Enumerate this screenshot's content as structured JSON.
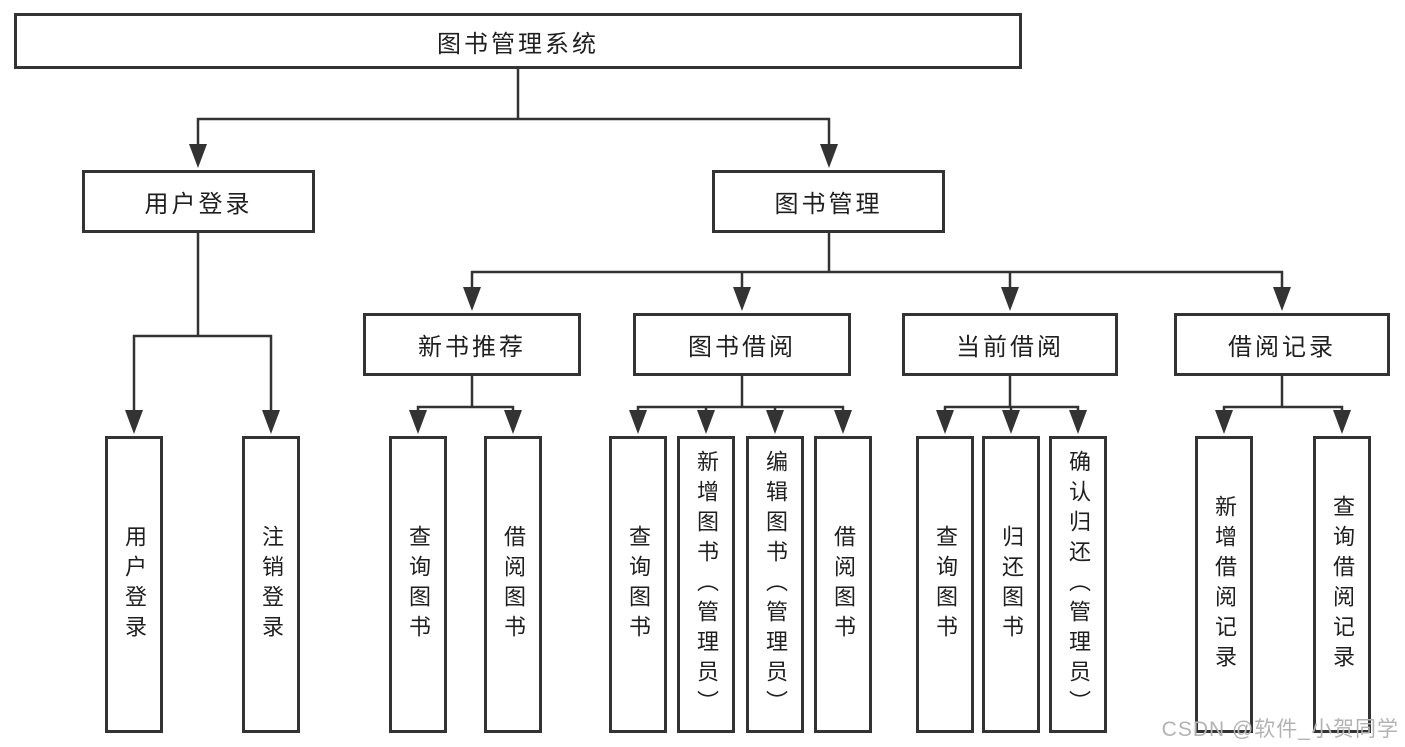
{
  "tree": {
    "root": {
      "label": "图书管理系统"
    },
    "branches": [
      {
        "label": "用户登录",
        "children": [
          {
            "label": "用户登录"
          },
          {
            "label": "注销登录"
          }
        ]
      },
      {
        "label": "图书管理",
        "children": [
          {
            "label": "新书推荐",
            "children": [
              {
                "label": "查询图书"
              },
              {
                "label": "借阅图书"
              }
            ]
          },
          {
            "label": "图书借阅",
            "children": [
              {
                "label": "查询图书"
              },
              {
                "label": "新增图书（管理员）"
              },
              {
                "label": "编辑图书（管理员）"
              },
              {
                "label": "借阅图书"
              }
            ]
          },
          {
            "label": "当前借阅",
            "children": [
              {
                "label": "查询图书"
              },
              {
                "label": "归还图书"
              },
              {
                "label": "确认归还（管理员）"
              }
            ]
          },
          {
            "label": "借阅记录",
            "children": [
              {
                "label": "新增借阅记录"
              },
              {
                "label": "查询借阅记录"
              }
            ]
          }
        ]
      }
    ]
  },
  "watermark": {
    "text": "CSDN @软件_小贺同学"
  },
  "colors": {
    "line": "#333333",
    "box_border": "#333333",
    "text": "#1f1f1f",
    "watermark": "#b3b3b3",
    "background": "#ffffff"
  }
}
